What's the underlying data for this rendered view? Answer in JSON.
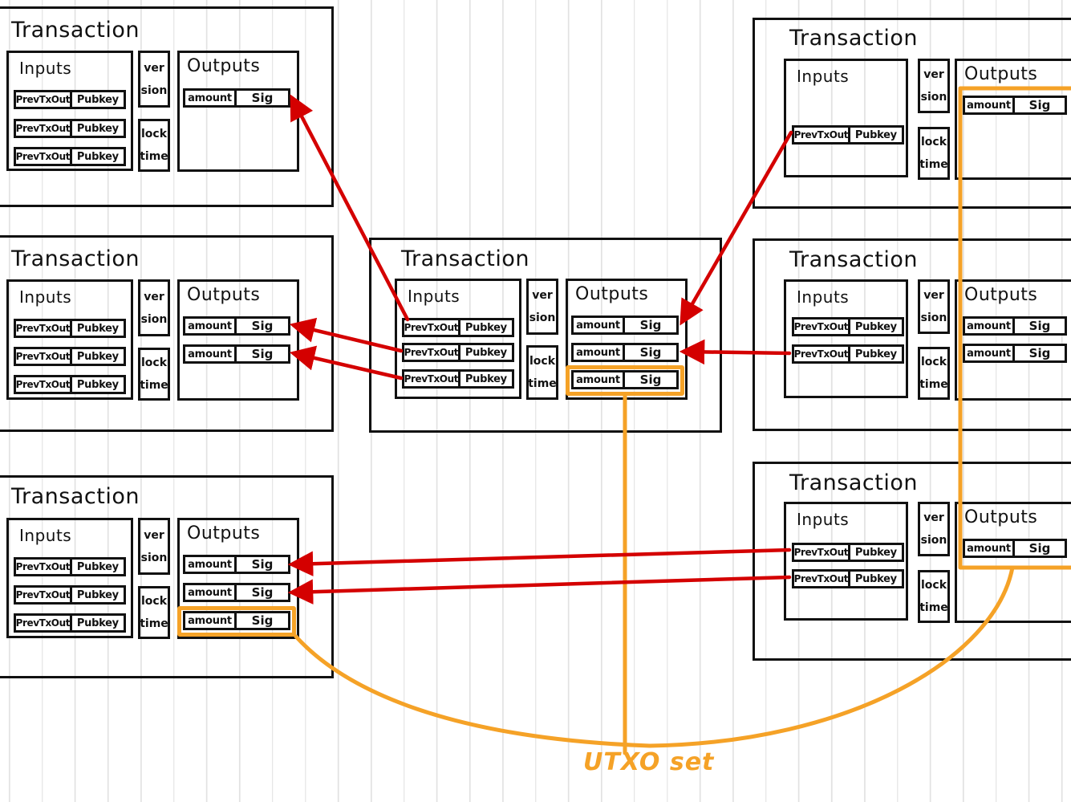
{
  "diagram": {
    "title_text": "Transaction",
    "colors": {
      "ink": "#111111",
      "utxo_orange": "#f5a227",
      "spend_arrow_red": "#d40000",
      "grid_line": "#e2e2e2",
      "background": "#ffffff"
    },
    "labels": {
      "transaction": "Transaction",
      "inputs": "Inputs",
      "outputs": "Outputs",
      "version": [
        "ver",
        "sion"
      ],
      "locktime": [
        "lock",
        "time"
      ],
      "prev_tx_out": "PrevTxOut",
      "pubkey": "Pubkey",
      "amount": "amount",
      "sig": "Sig",
      "utxo_set": "UTXO set"
    },
    "transactions": [
      {
        "id": "tx-top-left",
        "title": "Transaction",
        "inputs": [
          {
            "prev": "PrevTxOut",
            "pubkey": "Pubkey"
          },
          {
            "prev": "PrevTxOut",
            "pubkey": "Pubkey"
          },
          {
            "prev": "PrevTxOut",
            "pubkey": "Pubkey"
          }
        ],
        "version": "ver sion",
        "locktime": "lock time",
        "outputs": [
          {
            "amount": "amount",
            "sig": "Sig",
            "unspent": false
          }
        ]
      },
      {
        "id": "tx-mid-left",
        "title": "Transaction",
        "inputs": [
          {
            "prev": "PrevTxOut",
            "pubkey": "Pubkey"
          },
          {
            "prev": "PrevTxOut",
            "pubkey": "Pubkey"
          },
          {
            "prev": "PrevTxOut",
            "pubkey": "Pubkey"
          }
        ],
        "version": "ver sion",
        "locktime": "lock time",
        "outputs": [
          {
            "amount": "amount",
            "sig": "Sig",
            "unspent": false
          },
          {
            "amount": "amount",
            "sig": "Sig",
            "unspent": false
          }
        ]
      },
      {
        "id": "tx-bottom-left",
        "title": "Transaction",
        "inputs": [
          {
            "prev": "PrevTxOut",
            "pubkey": "Pubkey"
          },
          {
            "prev": "PrevTxOut",
            "pubkey": "Pubkey"
          },
          {
            "prev": "PrevTxOut",
            "pubkey": "Pubkey"
          }
        ],
        "version": "ver sion",
        "locktime": "lock time",
        "outputs": [
          {
            "amount": "amount",
            "sig": "Sig",
            "unspent": false
          },
          {
            "amount": "amount",
            "sig": "Sig",
            "unspent": false
          },
          {
            "amount": "amount",
            "sig": "Sig",
            "unspent": true
          }
        ]
      },
      {
        "id": "tx-center",
        "title": "Transaction",
        "inputs": [
          {
            "prev": "PrevTxOut",
            "pubkey": "Pubkey"
          },
          {
            "prev": "PrevTxOut",
            "pubkey": "Pubkey"
          },
          {
            "prev": "PrevTxOut",
            "pubkey": "Pubkey"
          }
        ],
        "version": "ver sion",
        "locktime": "lock time",
        "outputs": [
          {
            "amount": "amount",
            "sig": "Sig",
            "unspent": false
          },
          {
            "amount": "amount",
            "sig": "Sig",
            "unspent": false
          },
          {
            "amount": "amount",
            "sig": "Sig",
            "unspent": true
          }
        ]
      },
      {
        "id": "tx-top-right",
        "title": "Transaction",
        "inputs": [
          {
            "prev": "PrevTxOut",
            "pubkey": "Pubkey"
          }
        ],
        "version": "ver sion",
        "locktime": "lock time",
        "outputs": [
          {
            "amount": "amount",
            "sig": "Sig",
            "unspent": true
          }
        ]
      },
      {
        "id": "tx-mid-right",
        "title": "Transaction",
        "inputs": [
          {
            "prev": "PrevTxOut",
            "pubkey": "Pubkey"
          },
          {
            "prev": "PrevTxOut",
            "pubkey": "Pubkey"
          }
        ],
        "version": "ver sion",
        "locktime": "lock time",
        "outputs": [
          {
            "amount": "amount",
            "sig": "Sig",
            "unspent": false
          },
          {
            "amount": "amount",
            "sig": "Sig",
            "unspent": false
          }
        ]
      },
      {
        "id": "tx-bottom-right",
        "title": "Transaction",
        "inputs": [
          {
            "prev": "PrevTxOut",
            "pubkey": "Pubkey"
          },
          {
            "prev": "PrevTxOut",
            "pubkey": "Pubkey"
          }
        ],
        "version": "ver sion",
        "locktime": "lock time",
        "outputs": [
          {
            "amount": "amount",
            "sig": "Sig",
            "unspent": true
          }
        ]
      }
    ],
    "utxo_set": {
      "label": "UTXO set",
      "member_count": 3,
      "members": [
        "tx-center output 3",
        "tx-bottom-left output 3",
        "tx-top-right output 1 / tx-bottom-right output 1"
      ]
    },
    "spend_links_count": 7
  }
}
